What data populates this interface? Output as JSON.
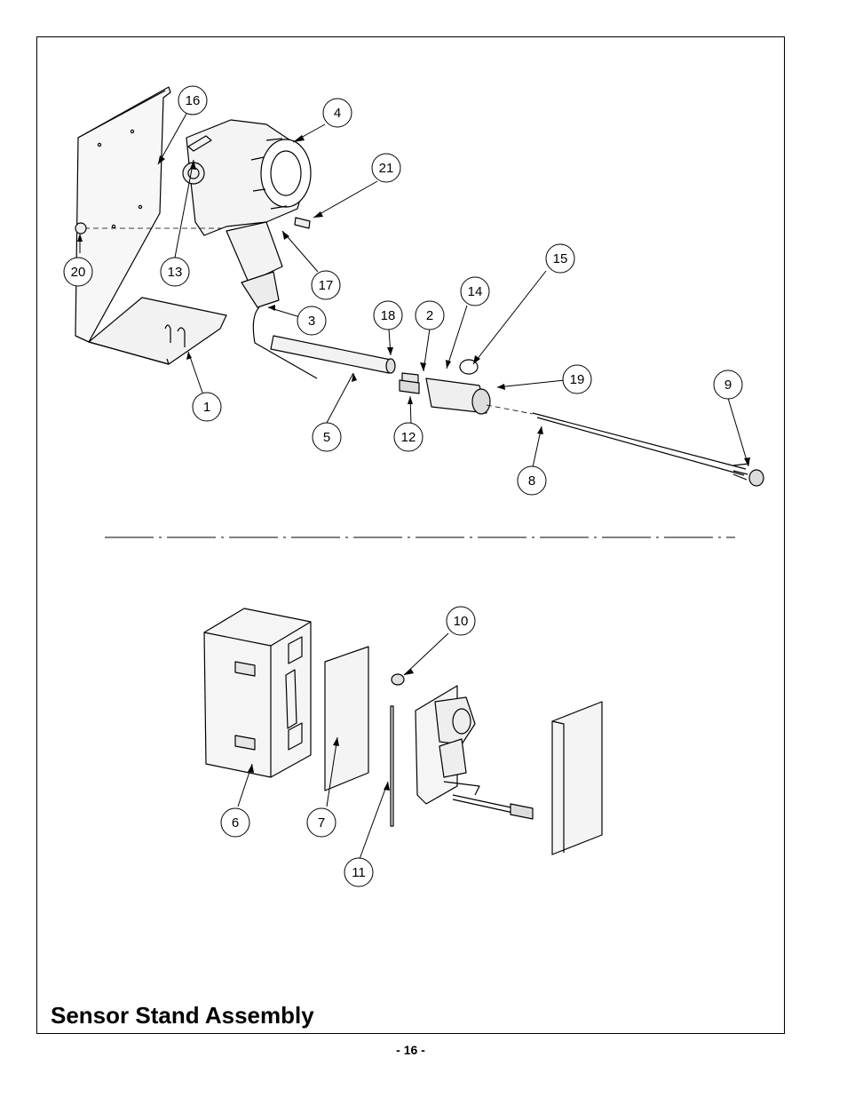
{
  "title": "Sensor Stand Assembly",
  "page_number": "- 16 -",
  "callouts": [
    "16",
    "4",
    "21",
    "20",
    "13",
    "17",
    "15",
    "3",
    "14",
    "18",
    "2",
    "19",
    "9",
    "1",
    "5",
    "12",
    "8",
    "10",
    "6",
    "7",
    "11"
  ]
}
